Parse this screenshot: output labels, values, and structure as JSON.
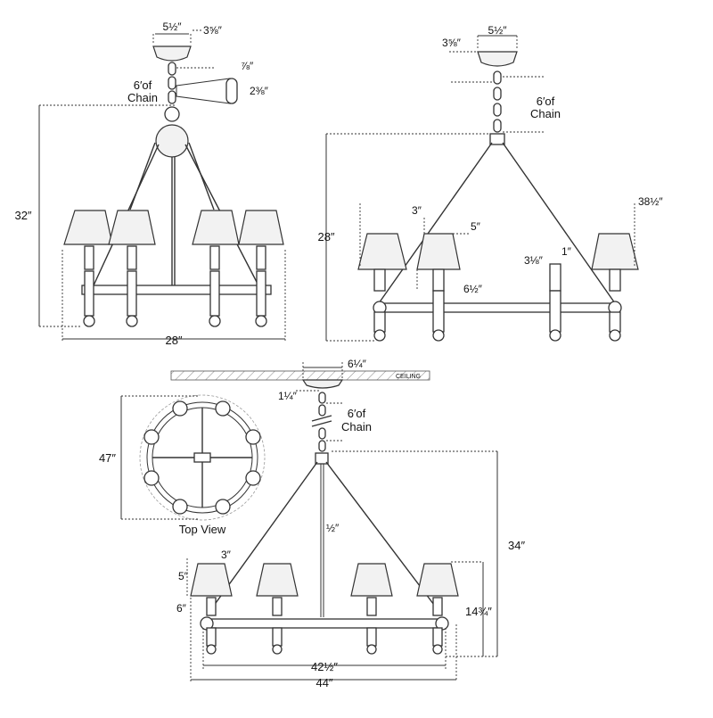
{
  "views": {
    "front_left": {
      "canopy_width": "5½″",
      "canopy_height": "3⅝″",
      "chain_label_line1": "6′of",
      "chain_label_line2": "Chain",
      "link_width": "⅞″",
      "link_height": "2⅜″",
      "overall_height": "32″",
      "overall_width": "28″"
    },
    "side_right": {
      "canopy_height": "3⅝″",
      "canopy_width": "5½″",
      "chain_label_line1": "6′of",
      "chain_label_line2": "Chain",
      "overall_height": "28″",
      "arm_span": "38½″",
      "shade_height": "3″",
      "shade_width": "5″",
      "shade_drop": "6½″",
      "candle_height": "3⅛″",
      "candle_width": "1″"
    },
    "front_bottom": {
      "ceiling_label": "CEILING",
      "canopy_width": "6¼″",
      "canopy_height": "1¼″",
      "chain_label_line1": "6′of",
      "chain_label_line2": "Chain",
      "stem_width": "½″",
      "overall_height": "34″",
      "body_height": "14¾″",
      "shade_top": "3″",
      "shade_height": "5″",
      "shade_bottom": "6″",
      "inner_width": "42½″",
      "overall_width": "44″"
    },
    "top_view": {
      "diameter": "47″",
      "label": "Top View"
    }
  }
}
